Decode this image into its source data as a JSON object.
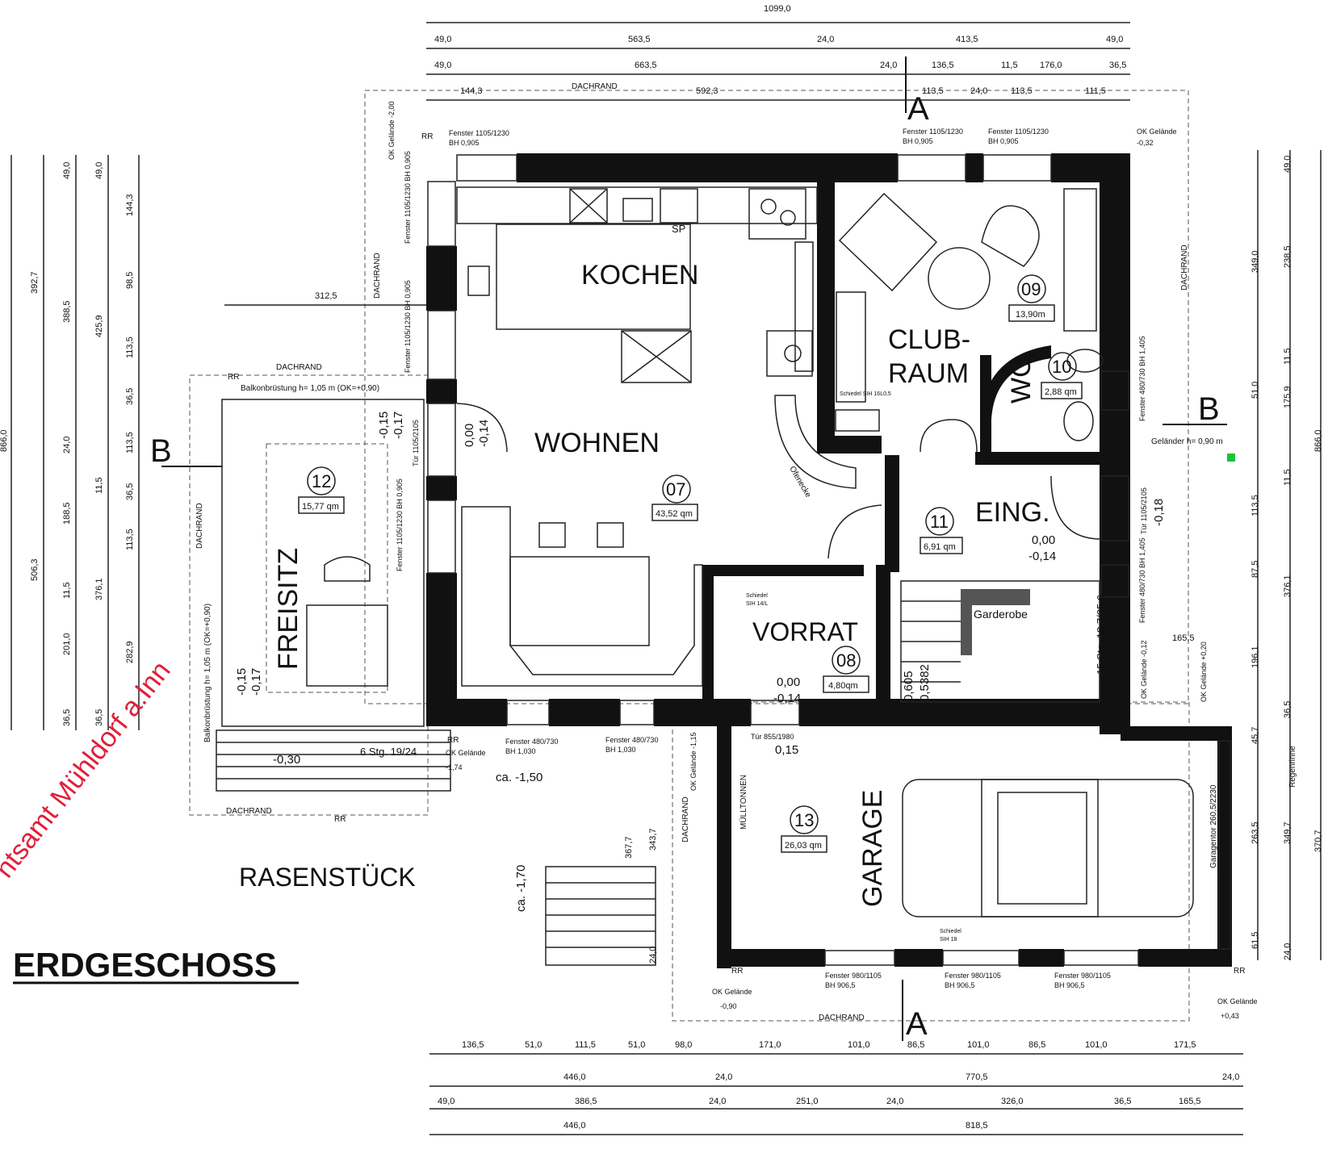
{
  "title": "ERDGESCHOSS",
  "stamp": "ntsamt Mühldorf a.Inn",
  "rooms": {
    "kochen": {
      "name": "KOCHEN"
    },
    "wohnen": {
      "name": "WOHNEN",
      "number": "07",
      "area": "43,52 qm"
    },
    "clubraum": {
      "name1": "CLUB-",
      "name2": "RAUM",
      "number": "09",
      "area": "13,90m"
    },
    "wc": {
      "name": "WC",
      "number": "10",
      "area": "2,88 qm"
    },
    "eingang": {
      "name": "EING.",
      "number": "11",
      "area": "6,91 qm"
    },
    "vorrat": {
      "name": "VORRAT",
      "number": "08",
      "area": "4,80qm"
    },
    "freisitz": {
      "name": "FREISITZ",
      "number": "12",
      "area": "15,77 qm"
    },
    "garage": {
      "name": "GARAGE",
      "number": "13",
      "area": "26,03 qm"
    }
  },
  "labels": {
    "rasenstueck": "RASENSTÜCK",
    "garderobe": "Garderobe",
    "sp": "SP",
    "ofenecke": "Ofenecke",
    "muelltonnen": "MÜLLTONNEN",
    "dachrand": "DACHRAND",
    "rr": "RR",
    "stairs_main": "15 Stg. 18,7/25,6",
    "stairs_out": "6 Stg. 19/24",
    "regenrinne": "Regenrinne",
    "garagentor": "Garagentor 260,5/2230",
    "balkon_top": "Balkonbrüstung h= 1,05 m (OK=+0,90)",
    "balkon_side": "Balkonbrüstung h= 1,05 m (OK=+0,90)",
    "gelaender": "Geländer h= 0,90 m",
    "schiedel_club": "Schiedel SIH 16L0,5",
    "schiedel_vorrat1": "Schiedel",
    "schiedel_vorrat2": "SIH 14/L",
    "schiedel_garage1": "Schiedel",
    "schiedel_garage2": "SIH 18"
  },
  "section_marks": {
    "a": "A",
    "b": "B"
  },
  "windows": {
    "w1": "Fenster 1105/1230",
    "w1b": "BH 0,905",
    "w2": "Fenster 1105/1230",
    "w2b": "BH 0,905",
    "w3": "Fenster 1105/1230",
    "w3b": "BH 0,905",
    "w4": "Fenster 480/730",
    "w4b": "BH 1,030",
    "w5": "Fenster 480/730",
    "w5b": "BH 1,030",
    "w6": "Fenster 980/1105",
    "w6b": "BH 906,5",
    "w7": "Fenster 980/1105",
    "w7b": "BH 906,5",
    "w8": "Fenster 980/1105",
    "w8b": "BH 906,5",
    "tuer_vorrat": "Tür 855/1980",
    "tuer_wohnen": "Tür 1105/2105",
    "tuer_eing": "Tür 1105/2105",
    "fw_left1": "Fenster 1105/1230 BH 0,905",
    "fw_left2": "Fenster 1105/1230 BH 0,905",
    "fw_left3": "Fenster 1105/1230 BH 0,905",
    "fw_right1": "Fenster 480/730 BH 1,405",
    "fw_right2": "Fenster 480/730 BH 1,405"
  },
  "levels": {
    "wohnen_a": "0,00",
    "wohnen_b": "-0,14",
    "freisitz_a": "-0,15",
    "freisitz_b": "-0,17",
    "freisitz_c": "-0,15",
    "freisitz_d": "-0,17",
    "eing_a": "0,00",
    "eing_b": "-0,14",
    "vorrat_a": "0,00",
    "vorrat_b": "-0,14",
    "terrace": "-0,30",
    "tuer_vorrat": "0,15",
    "eing_side": "-0,18",
    "ca150": "ca. -1,50",
    "ca170": "ca. -1,70",
    "stair_a": "-0,5382",
    "stair_b": "-0,605",
    "ok_tl": "OK Gelände -2,00",
    "ok_tr": "OK Gelände",
    "ok_tr_v": "-0,32",
    "ok_bl": "OK Gelände",
    "ok_bl_v": "-1,74",
    "ok_mid": "OK Gelände -1,15",
    "ok_bot": "OK Gelände",
    "ok_bot_v": "-0,90",
    "ok_br": "OK Gelände",
    "ok_br_v": "+0,43",
    "ok_r1": "OK Gelände -0,12",
    "ok_r2": "OK Gelände +0,20"
  },
  "dims_top": {
    "r1": [
      "1099,0"
    ],
    "r2": [
      "49,0",
      "563,5",
      "24,0",
      "413,5",
      "49,0"
    ],
    "r3": [
      "49,0",
      "663,5",
      "24,0",
      "136,5",
      "11,5",
      "176,0",
      "36,5"
    ],
    "r4": [
      "144,3",
      "592,3",
      "113,5",
      "24,0",
      "113,5",
      "111,5"
    ]
  },
  "dims_bottom": {
    "r1": [
      "136,5",
      "51,0",
      "111,5",
      "51,0",
      "98,0",
      "171,0",
      "101,0",
      "86,5",
      "101,0",
      "86,5",
      "101,0",
      "171,5"
    ],
    "r2": [
      "446,0",
      "24,0",
      "770,5",
      "24,0"
    ],
    "r3": [
      "49,0",
      "386,5",
      "24,0",
      "251,0",
      "24,0",
      "326,0",
      "36,5",
      "165,5"
    ],
    "r4": [
      "446,0",
      "818,5"
    ]
  },
  "dims_left": {
    "c1": [
      "866,0"
    ],
    "c2": [
      "392,7",
      "506,3",
      "36,5"
    ],
    "c3": [
      "49,0",
      "388,5",
      "24,0",
      "188,5",
      "11,5",
      "201,0"
    ],
    "c4": [
      "49,0",
      "425,9",
      "11,5",
      "376,1",
      "36,5"
    ],
    "c5": [
      "144,3",
      "98,5",
      "113,5",
      "36,5",
      "113,5",
      "36,5",
      "113,5",
      "282,9"
    ]
  },
  "dims_right": {
    "c1": [
      "49,0",
      "238,5",
      "11,5",
      "175,9",
      "11,5",
      "113,5",
      "87,5",
      "196,1",
      "36,5",
      "45,7",
      "263,5",
      "61,5",
      "24,0"
    ],
    "c2": [
      "349,0",
      "51,0",
      "376,1",
      "349,7"
    ],
    "c3": [
      "866,0",
      "370,7"
    ]
  },
  "misc_dims": {
    "balkon": "312,5",
    "garage_w": "165,5",
    "steps1": "367,7",
    "steps2": "343,7",
    "steps3": "24,0",
    "top_dachrand": "DACHRAND"
  }
}
